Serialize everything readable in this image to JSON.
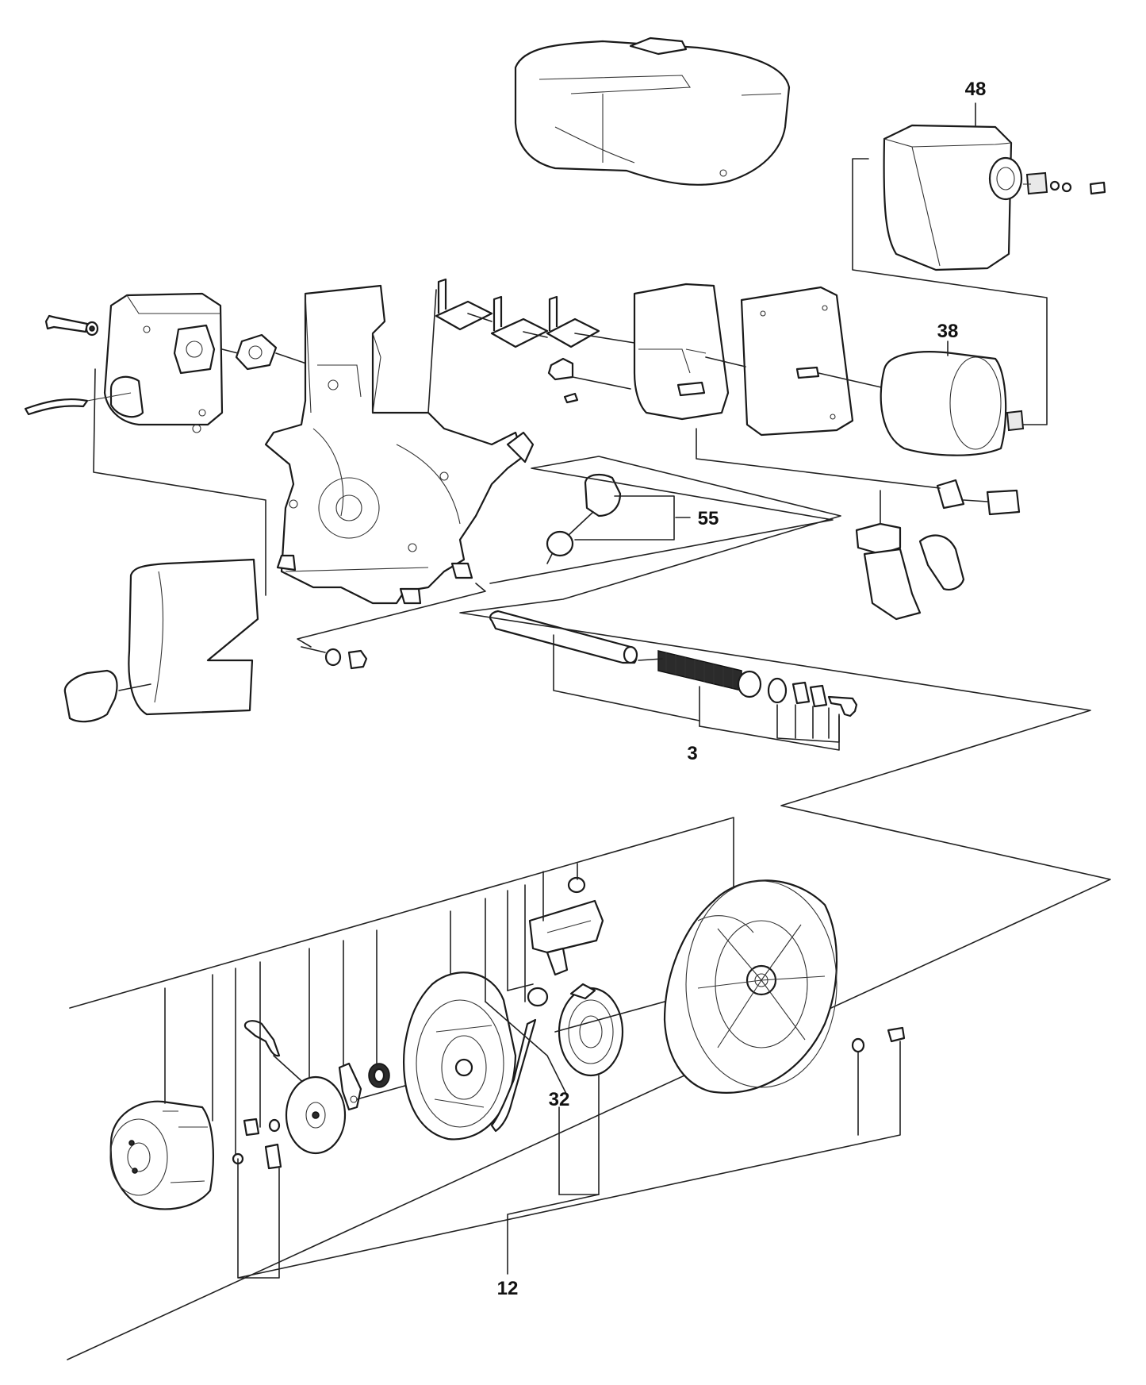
{
  "callouts": {
    "c48": "48",
    "c38": "38",
    "c55": "55",
    "c3": "3",
    "c32": "32",
    "c12": "12"
  }
}
